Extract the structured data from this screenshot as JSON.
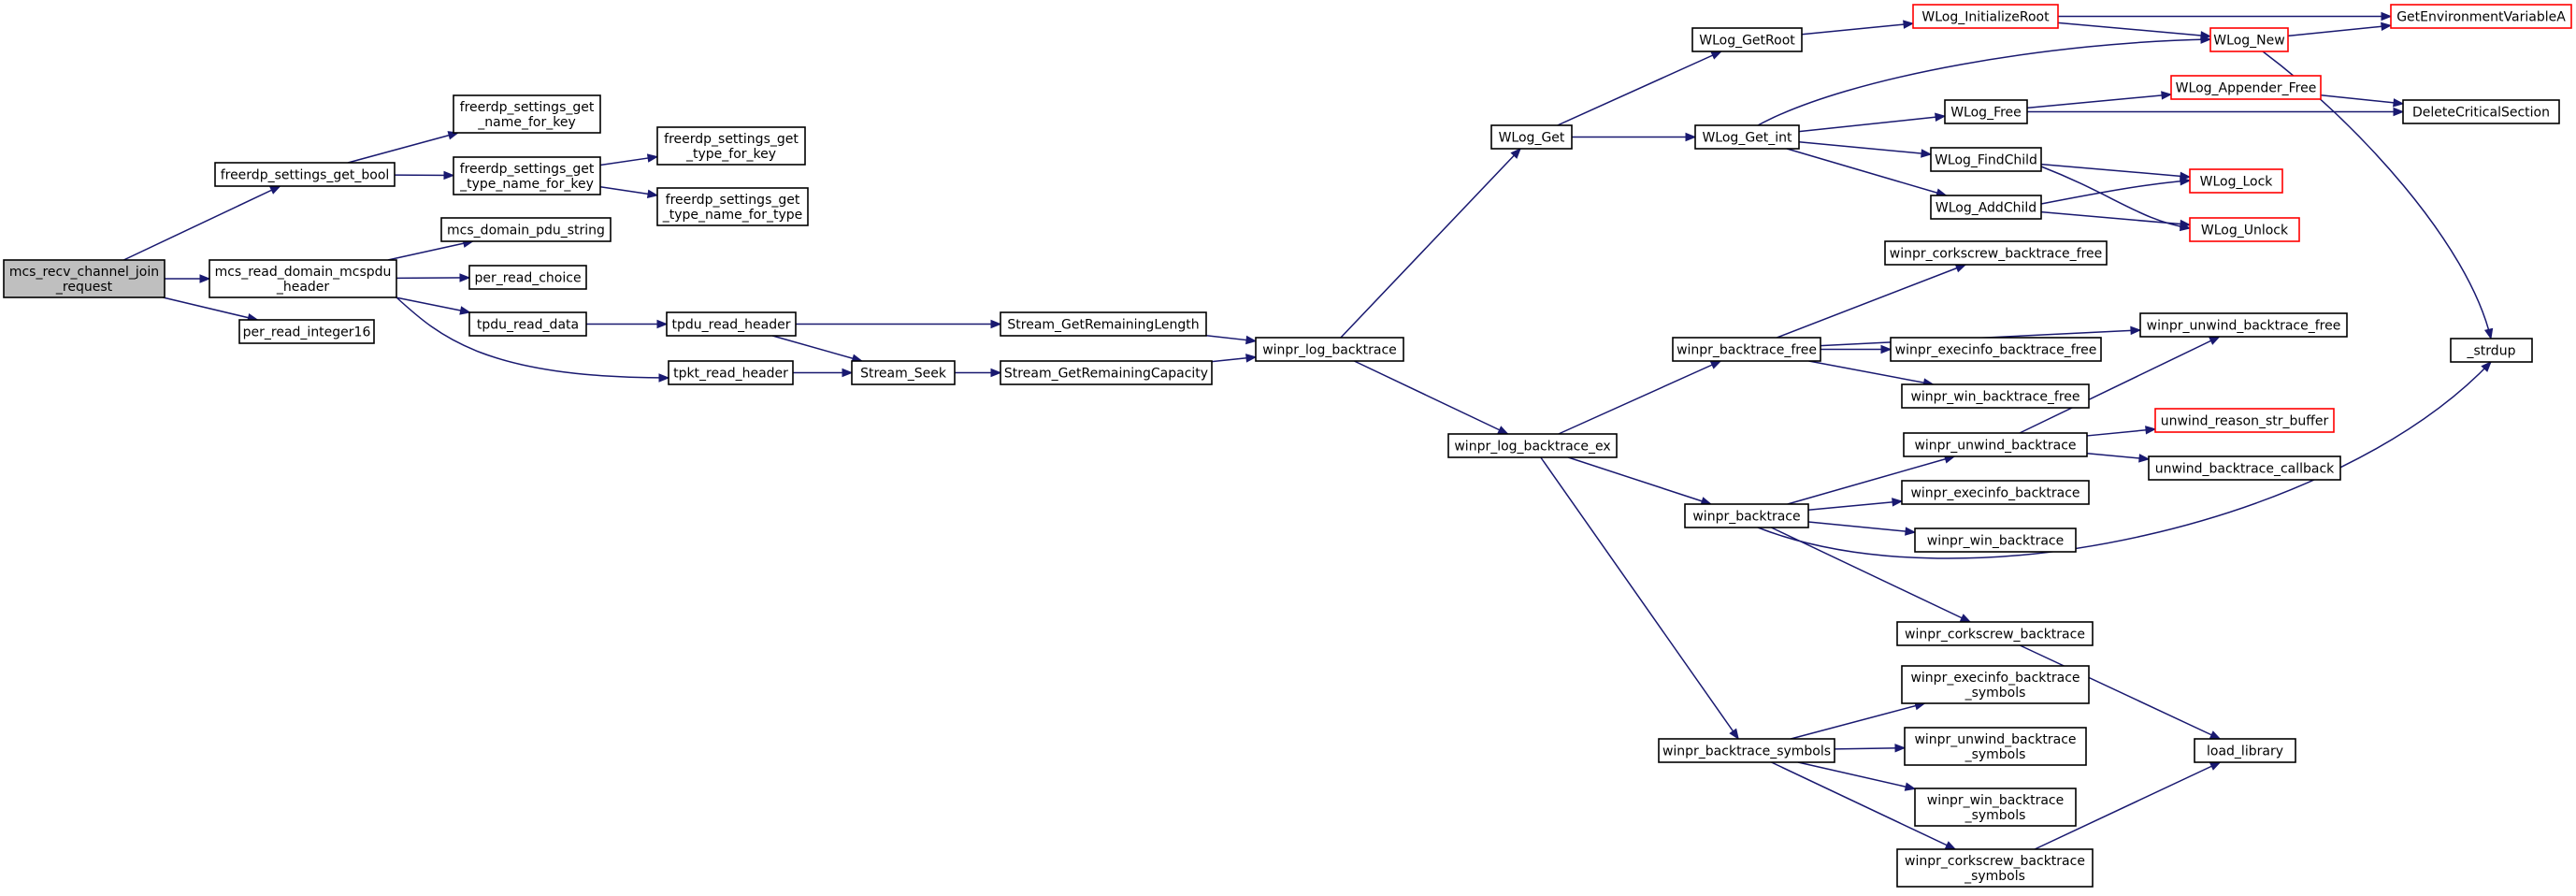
{
  "colors": {
    "edge": "#191970",
    "node_border": "#000000",
    "incomplete_border": "#ff0000",
    "root_fill": "#bfbfbf",
    "node_fill": "#ffffff"
  },
  "nodes": [
    {
      "id": "mcs_recv_channel_join_request",
      "lines": [
        "mcs_recv_channel_join",
        "_request"
      ],
      "kind": "root"
    },
    {
      "id": "freerdp_settings_get_bool",
      "lines": [
        "freerdp_settings_get_bool"
      ],
      "kind": "normal"
    },
    {
      "id": "freerdp_settings_get_name_for_key",
      "lines": [
        "freerdp_settings_get",
        "_name_for_key"
      ],
      "kind": "normal"
    },
    {
      "id": "freerdp_settings_get_type_name_for_key",
      "lines": [
        "freerdp_settings_get",
        "_type_name_for_key"
      ],
      "kind": "normal"
    },
    {
      "id": "freerdp_settings_get_type_for_key",
      "lines": [
        "freerdp_settings_get",
        "_type_for_key"
      ],
      "kind": "normal"
    },
    {
      "id": "freerdp_settings_get_type_name_for_type",
      "lines": [
        "freerdp_settings_get",
        "_type_name_for_type"
      ],
      "kind": "normal"
    },
    {
      "id": "mcs_read_domain_mcspdu_header",
      "lines": [
        "mcs_read_domain_mcspdu",
        "_header"
      ],
      "kind": "normal"
    },
    {
      "id": "mcs_domain_pdu_string",
      "lines": [
        "mcs_domain_pdu_string"
      ],
      "kind": "normal"
    },
    {
      "id": "per_read_choice",
      "lines": [
        "per_read_choice"
      ],
      "kind": "normal"
    },
    {
      "id": "tpdu_read_data",
      "lines": [
        "tpdu_read_data"
      ],
      "kind": "normal"
    },
    {
      "id": "tpdu_read_header",
      "lines": [
        "tpdu_read_header"
      ],
      "kind": "normal"
    },
    {
      "id": "tpkt_read_header",
      "lines": [
        "tpkt_read_header"
      ],
      "kind": "normal"
    },
    {
      "id": "Stream_Seek",
      "lines": [
        "Stream_Seek"
      ],
      "kind": "normal"
    },
    {
      "id": "Stream_GetRemainingLength",
      "lines": [
        "Stream_GetRemainingLength"
      ],
      "kind": "normal"
    },
    {
      "id": "Stream_GetRemainingCapacity",
      "lines": [
        "Stream_GetRemainingCapacity"
      ],
      "kind": "normal"
    },
    {
      "id": "per_read_integer16",
      "lines": [
        "per_read_integer16"
      ],
      "kind": "normal"
    },
    {
      "id": "winpr_log_backtrace",
      "lines": [
        "winpr_log_backtrace"
      ],
      "kind": "normal"
    },
    {
      "id": "WLog_Get",
      "lines": [
        "WLog_Get"
      ],
      "kind": "normal"
    },
    {
      "id": "winpr_log_backtrace_ex",
      "lines": [
        "winpr_log_backtrace_ex"
      ],
      "kind": "normal"
    },
    {
      "id": "WLog_GetRoot",
      "lines": [
        "WLog_GetRoot"
      ],
      "kind": "normal"
    },
    {
      "id": "WLog_Get_int",
      "lines": [
        "WLog_Get_int"
      ],
      "kind": "normal"
    },
    {
      "id": "WLog_InitializeRoot",
      "lines": [
        "WLog_InitializeRoot"
      ],
      "kind": "incomplete"
    },
    {
      "id": "WLog_New",
      "lines": [
        "WLog_New"
      ],
      "kind": "incomplete"
    },
    {
      "id": "GetEnvironmentVariableA",
      "lines": [
        "GetEnvironmentVariableA"
      ],
      "kind": "incomplete"
    },
    {
      "id": "WLog_Free",
      "lines": [
        "WLog_Free"
      ],
      "kind": "normal"
    },
    {
      "id": "WLog_Appender_Free",
      "lines": [
        "WLog_Appender_Free"
      ],
      "kind": "incomplete"
    },
    {
      "id": "DeleteCriticalSection",
      "lines": [
        "DeleteCriticalSection"
      ],
      "kind": "normal"
    },
    {
      "id": "WLog_FindChild",
      "lines": [
        "WLog_FindChild"
      ],
      "kind": "normal"
    },
    {
      "id": "WLog_AddChild",
      "lines": [
        "WLog_AddChild"
      ],
      "kind": "normal"
    },
    {
      "id": "WLog_Lock",
      "lines": [
        "WLog_Lock"
      ],
      "kind": "incomplete"
    },
    {
      "id": "WLog_Unlock",
      "lines": [
        "WLog_Unlock"
      ],
      "kind": "incomplete"
    },
    {
      "id": "winpr_corkscrew_backtrace_free",
      "lines": [
        "winpr_corkscrew_backtrace_free"
      ],
      "kind": "normal"
    },
    {
      "id": "winpr_backtrace_free",
      "lines": [
        "winpr_backtrace_free"
      ],
      "kind": "normal"
    },
    {
      "id": "winpr_execinfo_backtrace_free",
      "lines": [
        "winpr_execinfo_backtrace_free"
      ],
      "kind": "normal"
    },
    {
      "id": "winpr_win_backtrace_free",
      "lines": [
        "winpr_win_backtrace_free"
      ],
      "kind": "normal"
    },
    {
      "id": "winpr_unwind_backtrace_free",
      "lines": [
        "winpr_unwind_backtrace_free"
      ],
      "kind": "normal"
    },
    {
      "id": "_strdup",
      "lines": [
        "_strdup"
      ],
      "kind": "normal"
    },
    {
      "id": "winpr_unwind_backtrace",
      "lines": [
        "winpr_unwind_backtrace"
      ],
      "kind": "normal"
    },
    {
      "id": "unwind_reason_str_buffer",
      "lines": [
        "unwind_reason_str_buffer"
      ],
      "kind": "incomplete"
    },
    {
      "id": "unwind_backtrace_callback",
      "lines": [
        "unwind_backtrace_callback"
      ],
      "kind": "normal"
    },
    {
      "id": "winpr_backtrace",
      "lines": [
        "winpr_backtrace"
      ],
      "kind": "normal"
    },
    {
      "id": "winpr_execinfo_backtrace",
      "lines": [
        "winpr_execinfo_backtrace"
      ],
      "kind": "normal"
    },
    {
      "id": "winpr_win_backtrace",
      "lines": [
        "winpr_win_backtrace"
      ],
      "kind": "normal"
    },
    {
      "id": "winpr_corkscrew_backtrace",
      "lines": [
        "winpr_corkscrew_backtrace"
      ],
      "kind": "normal"
    },
    {
      "id": "load_library",
      "lines": [
        "load_library"
      ],
      "kind": "normal"
    },
    {
      "id": "winpr_backtrace_symbols",
      "lines": [
        "winpr_backtrace_symbols"
      ],
      "kind": "normal"
    },
    {
      "id": "winpr_execinfo_backtrace_symbols",
      "lines": [
        "winpr_execinfo_backtrace",
        "_symbols"
      ],
      "kind": "normal"
    },
    {
      "id": "winpr_unwind_backtrace_symbols",
      "lines": [
        "winpr_unwind_backtrace",
        "_symbols"
      ],
      "kind": "normal"
    },
    {
      "id": "winpr_win_backtrace_symbols",
      "lines": [
        "winpr_win_backtrace",
        "_symbols"
      ],
      "kind": "normal"
    },
    {
      "id": "winpr_corkscrew_backtrace_symbols",
      "lines": [
        "winpr_corkscrew_backtrace",
        "_symbols"
      ],
      "kind": "normal"
    }
  ],
  "edges": [
    {
      "from": "mcs_recv_channel_join_request",
      "to": "freerdp_settings_get_bool"
    },
    {
      "from": "mcs_recv_channel_join_request",
      "to": "mcs_read_domain_mcspdu_header"
    },
    {
      "from": "mcs_recv_channel_join_request",
      "to": "per_read_integer16"
    },
    {
      "from": "freerdp_settings_get_bool",
      "to": "freerdp_settings_get_name_for_key"
    },
    {
      "from": "freerdp_settings_get_bool",
      "to": "freerdp_settings_get_type_name_for_key"
    },
    {
      "from": "freerdp_settings_get_type_name_for_key",
      "to": "freerdp_settings_get_type_for_key"
    },
    {
      "from": "freerdp_settings_get_type_name_for_key",
      "to": "freerdp_settings_get_type_name_for_type"
    },
    {
      "from": "mcs_read_domain_mcspdu_header",
      "to": "mcs_domain_pdu_string"
    },
    {
      "from": "mcs_read_domain_mcspdu_header",
      "to": "per_read_choice"
    },
    {
      "from": "mcs_read_domain_mcspdu_header",
      "to": "tpdu_read_data"
    },
    {
      "from": "mcs_read_domain_mcspdu_header",
      "to": "tpkt_read_header"
    },
    {
      "from": "tpdu_read_data",
      "to": "tpdu_read_header"
    },
    {
      "from": "tpdu_read_header",
      "to": "Stream_GetRemainingLength"
    },
    {
      "from": "tpdu_read_header",
      "to": "Stream_Seek"
    },
    {
      "from": "tpkt_read_header",
      "to": "Stream_Seek"
    },
    {
      "from": "Stream_Seek",
      "to": "Stream_GetRemainingCapacity"
    },
    {
      "from": "Stream_GetRemainingLength",
      "to": "winpr_log_backtrace"
    },
    {
      "from": "Stream_GetRemainingCapacity",
      "to": "winpr_log_backtrace"
    },
    {
      "from": "winpr_log_backtrace",
      "to": "WLog_Get"
    },
    {
      "from": "winpr_log_backtrace",
      "to": "winpr_log_backtrace_ex"
    },
    {
      "from": "WLog_Get",
      "to": "WLog_GetRoot"
    },
    {
      "from": "WLog_Get",
      "to": "WLog_Get_int"
    },
    {
      "from": "WLog_GetRoot",
      "to": "WLog_InitializeRoot"
    },
    {
      "from": "WLog_InitializeRoot",
      "to": "GetEnvironmentVariableA"
    },
    {
      "from": "WLog_InitializeRoot",
      "to": "WLog_New"
    },
    {
      "from": "WLog_New",
      "to": "GetEnvironmentVariableA"
    },
    {
      "from": "WLog_New",
      "to": "_strdup"
    },
    {
      "from": "WLog_Get_int",
      "to": "WLog_New"
    },
    {
      "from": "WLog_Get_int",
      "to": "WLog_Free"
    },
    {
      "from": "WLog_Get_int",
      "to": "WLog_FindChild"
    },
    {
      "from": "WLog_Get_int",
      "to": "WLog_AddChild"
    },
    {
      "from": "WLog_Free",
      "to": "WLog_Appender_Free"
    },
    {
      "from": "WLog_Free",
      "to": "DeleteCriticalSection"
    },
    {
      "from": "WLog_Appender_Free",
      "to": "DeleteCriticalSection"
    },
    {
      "from": "WLog_FindChild",
      "to": "WLog_Lock"
    },
    {
      "from": "WLog_FindChild",
      "to": "WLog_Unlock"
    },
    {
      "from": "WLog_AddChild",
      "to": "WLog_Lock"
    },
    {
      "from": "WLog_AddChild",
      "to": "WLog_Unlock"
    },
    {
      "from": "winpr_log_backtrace_ex",
      "to": "winpr_backtrace_free"
    },
    {
      "from": "winpr_log_backtrace_ex",
      "to": "winpr_backtrace"
    },
    {
      "from": "winpr_log_backtrace_ex",
      "to": "winpr_backtrace_symbols"
    },
    {
      "from": "winpr_backtrace_free",
      "to": "winpr_corkscrew_backtrace_free"
    },
    {
      "from": "winpr_backtrace_free",
      "to": "winpr_unwind_backtrace_free"
    },
    {
      "from": "winpr_backtrace_free",
      "to": "winpr_execinfo_backtrace_free"
    },
    {
      "from": "winpr_backtrace_free",
      "to": "winpr_win_backtrace_free"
    },
    {
      "from": "winpr_backtrace",
      "to": "winpr_unwind_backtrace"
    },
    {
      "from": "winpr_backtrace",
      "to": "winpr_execinfo_backtrace"
    },
    {
      "from": "winpr_backtrace",
      "to": "winpr_win_backtrace"
    },
    {
      "from": "winpr_backtrace",
      "to": "winpr_corkscrew_backtrace"
    },
    {
      "from": "winpr_backtrace",
      "to": "_strdup"
    },
    {
      "from": "winpr_unwind_backtrace",
      "to": "winpr_unwind_backtrace_free"
    },
    {
      "from": "winpr_unwind_backtrace",
      "to": "unwind_reason_str_buffer"
    },
    {
      "from": "winpr_unwind_backtrace",
      "to": "unwind_backtrace_callback"
    },
    {
      "from": "winpr_corkscrew_backtrace",
      "to": "load_library"
    },
    {
      "from": "winpr_backtrace_symbols",
      "to": "winpr_execinfo_backtrace_symbols"
    },
    {
      "from": "winpr_backtrace_symbols",
      "to": "winpr_unwind_backtrace_symbols"
    },
    {
      "from": "winpr_backtrace_symbols",
      "to": "winpr_win_backtrace_symbols"
    },
    {
      "from": "winpr_backtrace_symbols",
      "to": "winpr_corkscrew_backtrace_symbols"
    },
    {
      "from": "winpr_corkscrew_backtrace_symbols",
      "to": "load_library"
    }
  ]
}
